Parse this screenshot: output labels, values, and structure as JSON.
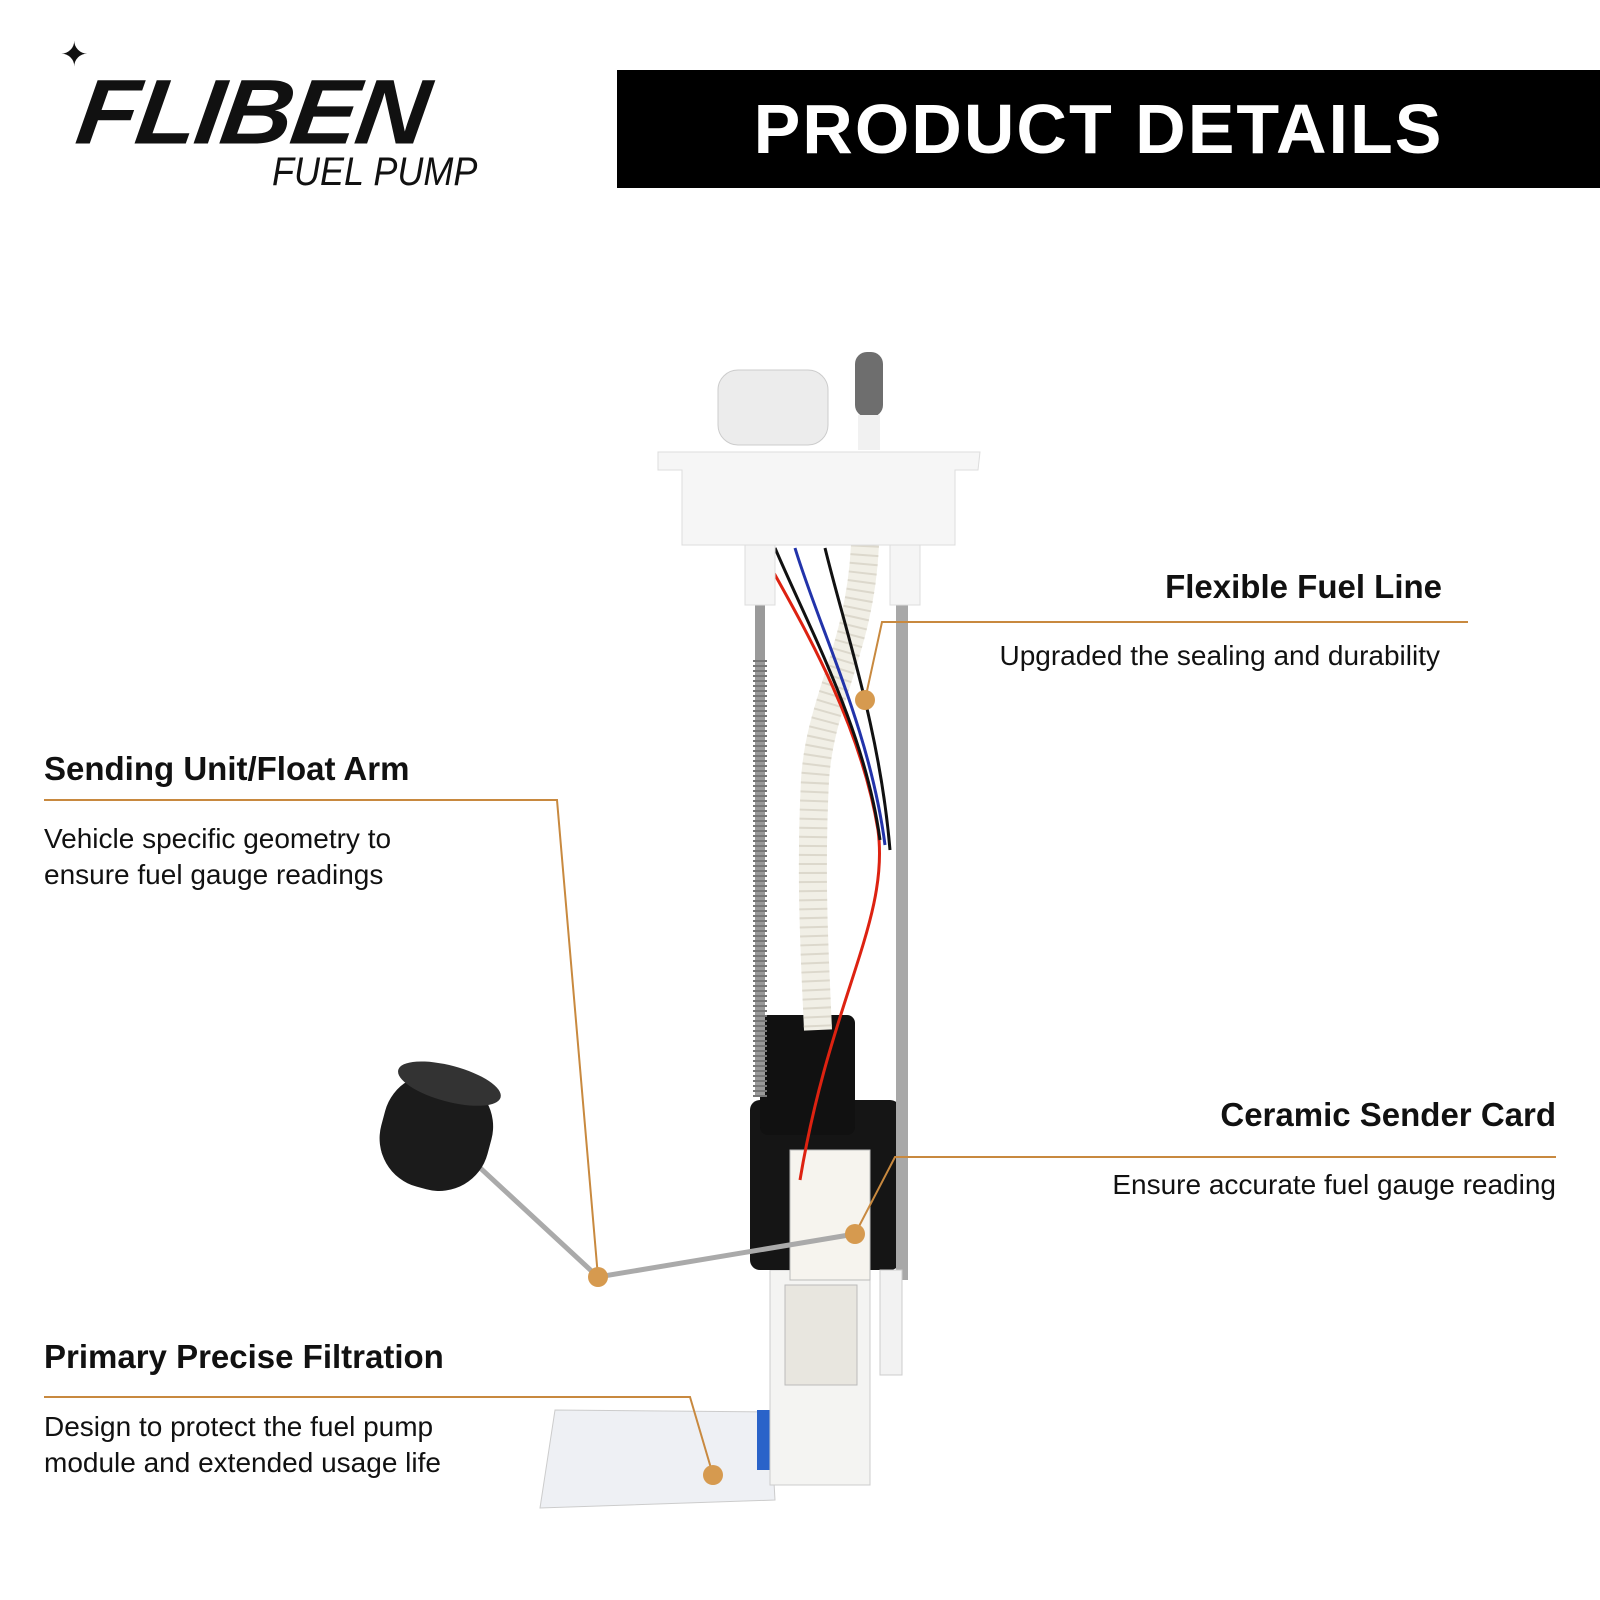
{
  "logo": {
    "brand": "FLIBEN",
    "tagline": "FUEL PUMP"
  },
  "banner": {
    "title": "PRODUCT DETAILS"
  },
  "callouts": [
    {
      "title": "Flexible Fuel Line",
      "lines": [
        "Upgraded the sealing and durability"
      ]
    },
    {
      "title": "Sending Unit/Float Arm",
      "lines": [
        "Vehicle specific geometry to",
        "ensure fuel gauge readings"
      ]
    },
    {
      "title": "Ceramic Sender Card",
      "lines": [
        "Ensure accurate fuel gauge reading"
      ]
    },
    {
      "title": "Primary Precise Filtration",
      "lines": [
        "Design to protect the fuel pump",
        "module and extended usage life"
      ]
    }
  ],
  "colors": {
    "accent": "#c8893f",
    "banner": "#000000"
  }
}
